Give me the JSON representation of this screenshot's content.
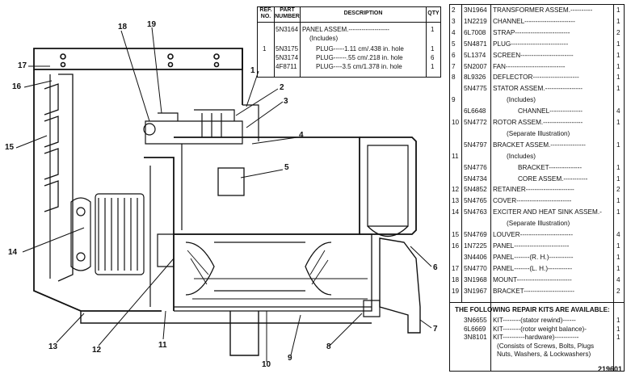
{
  "callouts": [
    "1",
    "2",
    "3",
    "4",
    "5",
    "6",
    "7",
    "8",
    "9",
    "10",
    "11",
    "12",
    "13",
    "14",
    "15",
    "16",
    "17",
    "18",
    "19"
  ],
  "top_table": {
    "headers": {
      "ref_no": "REF. NO.",
      "part_number": "PART NUMBER",
      "description": "DESCRIPTION",
      "qty": "QTY"
    },
    "rows": [
      {
        "ref": "",
        "part": "5N3164",
        "desc": "PANEL ASSEM.-------------------",
        "qty": "1"
      },
      {
        "ref": "",
        "part": "",
        "desc": "(Includes)",
        "qty": ""
      },
      {
        "ref": "1",
        "part": "5N3175",
        "desc": "PLUG-----1.11 cm/.438 in. hole",
        "qty": "1"
      },
      {
        "ref": "",
        "part": "5N3174",
        "desc": "PLUG------.55 cm/.218 in. hole",
        "qty": "6"
      },
      {
        "ref": "",
        "part": "4F8711",
        "desc": "PLUG----3.5 cm/1.378 in. hole",
        "qty": "1"
      }
    ]
  },
  "right_table": {
    "rows": [
      {
        "ref": "2",
        "part": "3N1964",
        "desc": "TRANSFORMER ASSEM.----------",
        "qty": "1"
      },
      {
        "ref": "3",
        "part": "1N2219",
        "desc": "CHANNEL-----------------------",
        "qty": "1"
      },
      {
        "ref": "4",
        "part": "6L7008",
        "desc": "STRAP-------------------------",
        "qty": "2"
      },
      {
        "ref": "5",
        "part": "5N4871",
        "desc": "PLUG--------------------------",
        "qty": "1"
      },
      {
        "ref": "6",
        "part": "5L1374",
        "desc": "SCREEN------------------------",
        "qty": "1"
      },
      {
        "ref": "7",
        "part": "5N2007",
        "desc": "FAN---------------------------",
        "qty": "1"
      },
      {
        "ref": "8",
        "part": "8L9326",
        "desc": "DEFLECTOR---------------------",
        "qty": "1"
      },
      {
        "ref": "",
        "part": "5N4775",
        "desc": "STATOR ASSEM.-----------------",
        "qty": "1"
      },
      {
        "ref": "9",
        "part": "",
        "desc": "(Includes)",
        "qty": ""
      },
      {
        "ref": "",
        "part": "6L6648",
        "desc": "CHANNEL---------------",
        "qty": "4"
      },
      {
        "ref": "10",
        "part": "5N4772",
        "desc": "ROTOR ASSEM.------------------",
        "qty": "1"
      },
      {
        "ref": "",
        "part": "",
        "desc": "(Separate Illustration)",
        "qty": ""
      },
      {
        "ref": "",
        "part": "5N4797",
        "desc": "BRACKET ASSEM.----------------",
        "qty": "1"
      },
      {
        "ref": "11",
        "part": "",
        "desc": "(Includes)",
        "qty": ""
      },
      {
        "ref": "",
        "part": "5N4776",
        "desc": "BRACKET---------------",
        "qty": "1"
      },
      {
        "ref": "",
        "part": "5N4734",
        "desc": "CORE ASSEM.-----------",
        "qty": "1"
      },
      {
        "ref": "12",
        "part": "5N4852",
        "desc": "RETAINER----------------------",
        "qty": "2"
      },
      {
        "ref": "13",
        "part": "5N4765",
        "desc": "COVER-------------------------",
        "qty": "1"
      },
      {
        "ref": "14",
        "part": "5N4763",
        "desc": "EXCITER AND HEAT SINK ASSEM.-",
        "qty": "1"
      },
      {
        "ref": "",
        "part": "",
        "desc": "(Separate Illustration)",
        "qty": ""
      },
      {
        "ref": "15",
        "part": "5N4769",
        "desc": "LOUVER------------------------",
        "qty": "4"
      },
      {
        "ref": "16",
        "part": "1N7225",
        "desc": "PANEL-------------------------",
        "qty": "1"
      },
      {
        "ref": "",
        "part": "3N4406",
        "desc": "PANEL-------(R. H.)-----------",
        "qty": "1"
      },
      {
        "ref": "17",
        "part": "5N4770",
        "desc": "PANEL-------(L. H.)-----------",
        "qty": "1"
      },
      {
        "ref": "18",
        "part": "3N1968",
        "desc": "MOUNT-------------------------",
        "qty": "4"
      },
      {
        "ref": "19",
        "part": "3N1967",
        "desc": "BRACKET-----------------------",
        "qty": "2"
      }
    ],
    "kits_title": "THE FOLLOWING REPAIR KITS ARE AVAILABLE:",
    "kits": [
      {
        "part": "3N6655",
        "desc": "KIT--------(stator rewind)------",
        "qty": "1"
      },
      {
        "part": "6L6669",
        "desc": "KIT--------(rotor weight balance)-",
        "qty": "1"
      },
      {
        "part": "3N8101",
        "desc": "KIT----------hardware)-----------",
        "qty": "1"
      },
      {
        "part": "",
        "desc": "(Consists of Screws, Bolts, Plugs",
        "qty": ""
      },
      {
        "part": "",
        "desc": "Nuts, Washers, & Lockwashers)",
        "qty": ""
      }
    ]
  },
  "figure_number": "219601"
}
